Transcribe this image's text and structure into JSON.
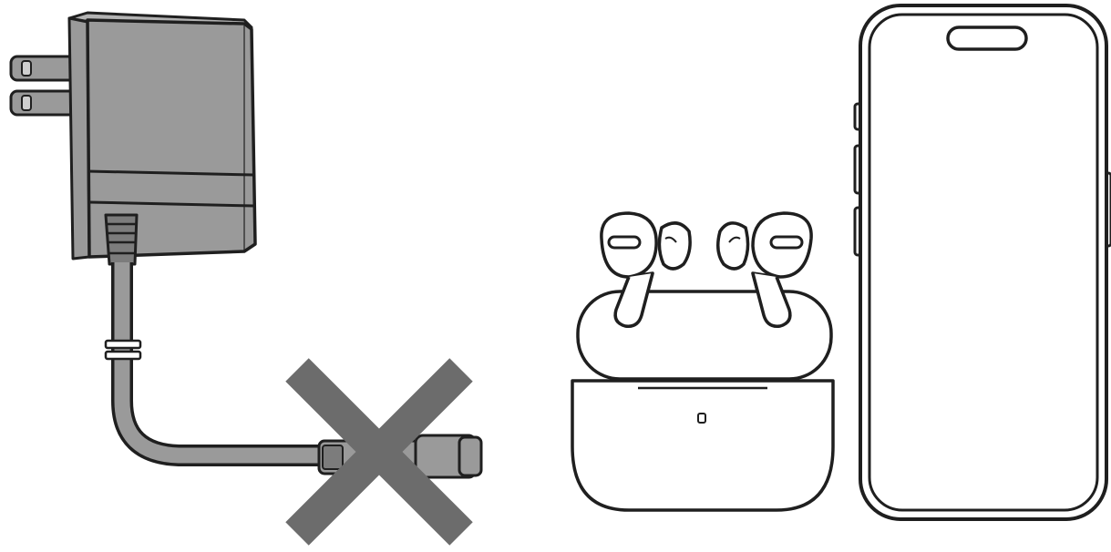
{
  "illustration": {
    "items": [
      {
        "id": "power-adapter",
        "icon": "wall-adapter-icon",
        "excluded": true
      },
      {
        "id": "airpods-pro",
        "icon": "earbuds-case-icon",
        "excluded": false
      },
      {
        "id": "iphone",
        "icon": "smartphone-icon",
        "excluded": false
      }
    ],
    "colors": {
      "line": "#1f1f1f",
      "adapter_fill": "#9a9a9a",
      "adapter_fill_dark": "#7c7c7c",
      "cross": "#6c6c6c",
      "device_fill": "#ffffff"
    }
  }
}
